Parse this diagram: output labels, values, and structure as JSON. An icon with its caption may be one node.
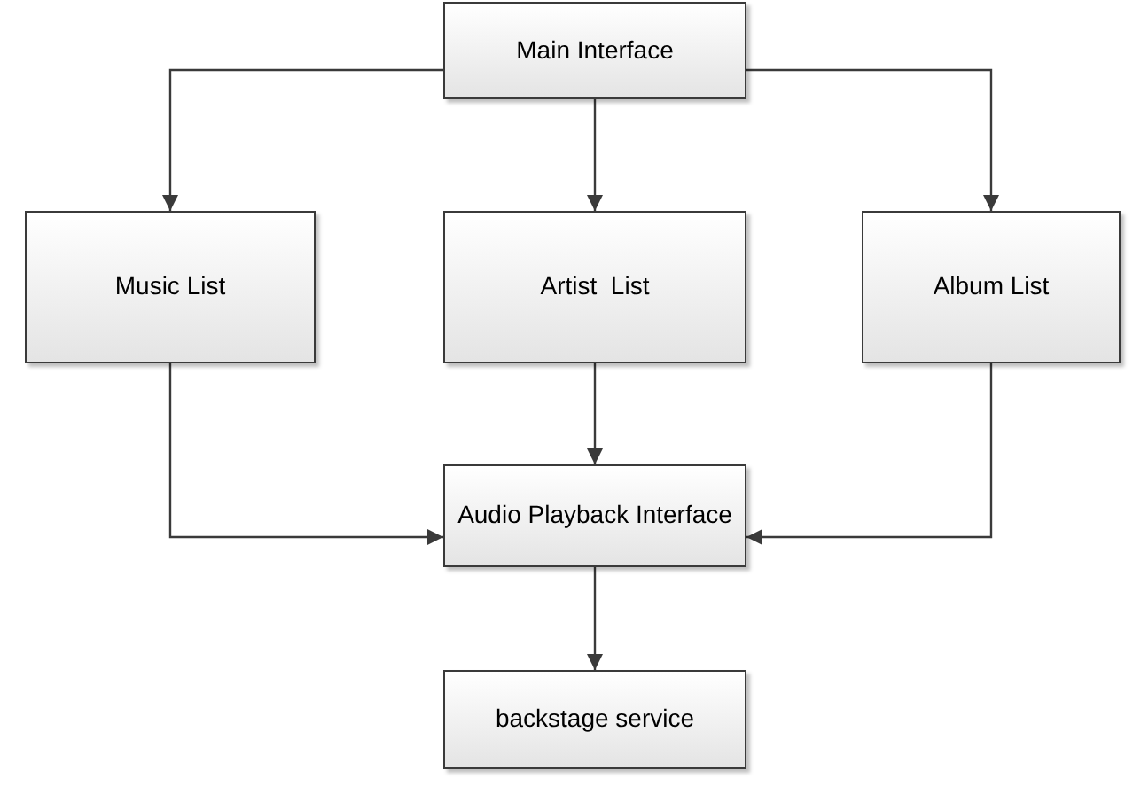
{
  "diagram": {
    "nodes": [
      {
        "text": [
          "Main Interface"
        ]
      },
      {
        "text": [
          "Music List"
        ]
      },
      {
        "text": [
          "Artist  List"
        ]
      },
      {
        "text": [
          "Album List"
        ]
      },
      {
        "text": [
          "Audio Playback Interface"
        ]
      },
      {
        "text": [
          "backstage service"
        ]
      }
    ],
    "edges": [
      {
        "from": 0,
        "to": 1,
        "arrow": "to"
      },
      {
        "from": 0,
        "to": 2,
        "arrow": "to"
      },
      {
        "from": 0,
        "to": 3,
        "arrow": "to"
      },
      {
        "from": 1,
        "to": 4,
        "arrow": "to"
      },
      {
        "from": 2,
        "to": 4,
        "arrow": "to"
      },
      {
        "from": 3,
        "to": 4,
        "arrow": "to"
      },
      {
        "from": 4,
        "to": 5,
        "arrow": "to"
      }
    ]
  }
}
